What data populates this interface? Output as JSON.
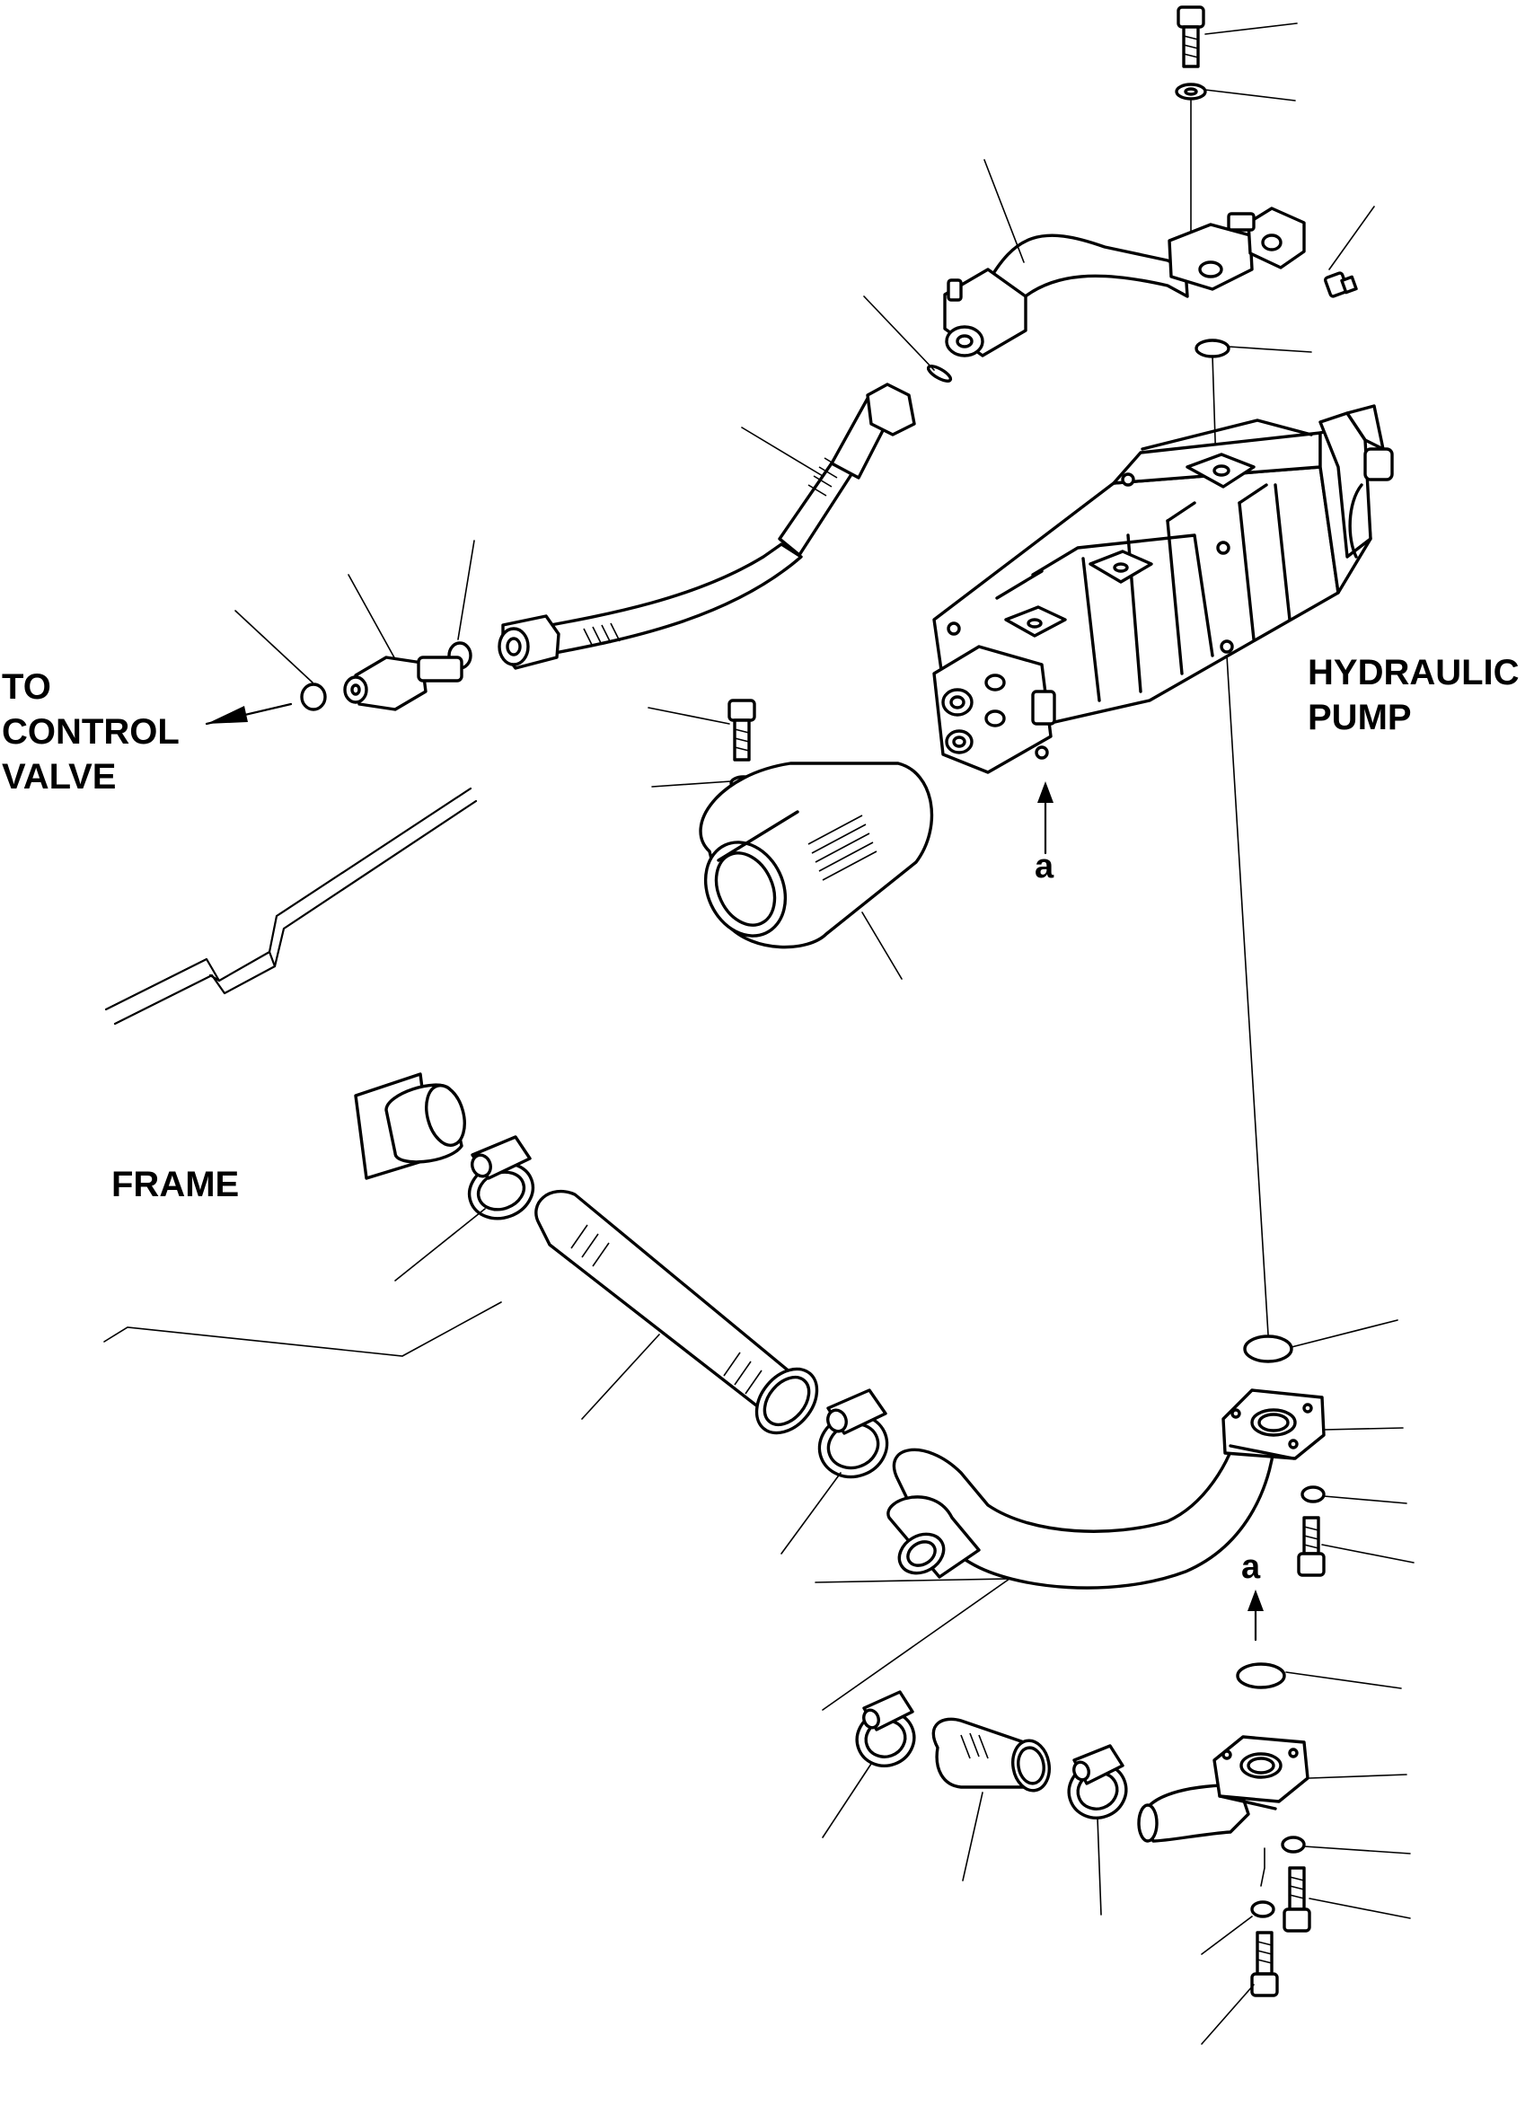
{
  "labels": {
    "to_control_valve": [
      "TO",
      "CONTROL",
      "VALVE"
    ],
    "hydraulic_pump": [
      "HYDRAULIC",
      "PUMP"
    ],
    "frame": "FRAME",
    "ref_upper": "a",
    "ref_lower": "a"
  },
  "colors": {
    "line": "#000000",
    "background": "#ffffff"
  }
}
